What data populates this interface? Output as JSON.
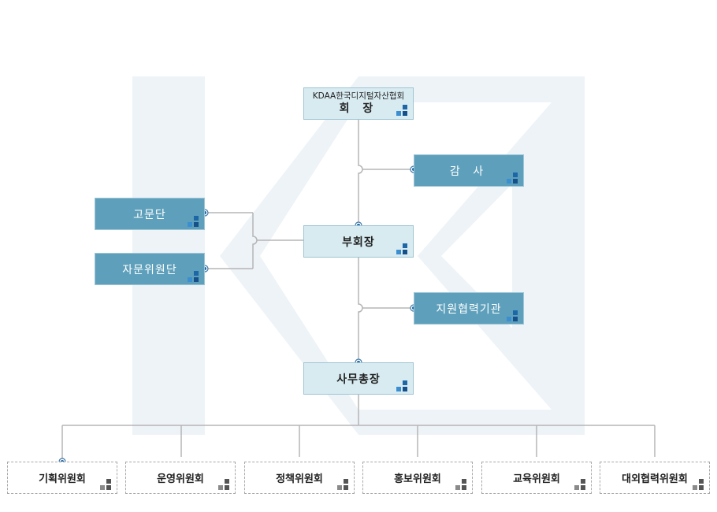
{
  "president": {
    "org": "KDAA한국디지털자산협회",
    "title": "회 장"
  },
  "auditor": {
    "label": "감 사"
  },
  "vice_president": {
    "label": "부회장"
  },
  "advisors": {
    "label": "고문단"
  },
  "consultants": {
    "label": "자문위원단"
  },
  "partners": {
    "label": "지원협력기관"
  },
  "secretary_general": {
    "label": "사무총장"
  },
  "committees": [
    {
      "label": "기획위원회"
    },
    {
      "label": "운영위원회"
    },
    {
      "label": "정책위원회"
    },
    {
      "label": "홍보위원회"
    },
    {
      "label": "교육위원회"
    },
    {
      "label": "대외협력위원회"
    }
  ],
  "colors": {
    "light_box": "#d8ebf1",
    "dark_box": "#5ea0bb",
    "line": "#b5b5b5",
    "dot": "#1d67a6"
  }
}
